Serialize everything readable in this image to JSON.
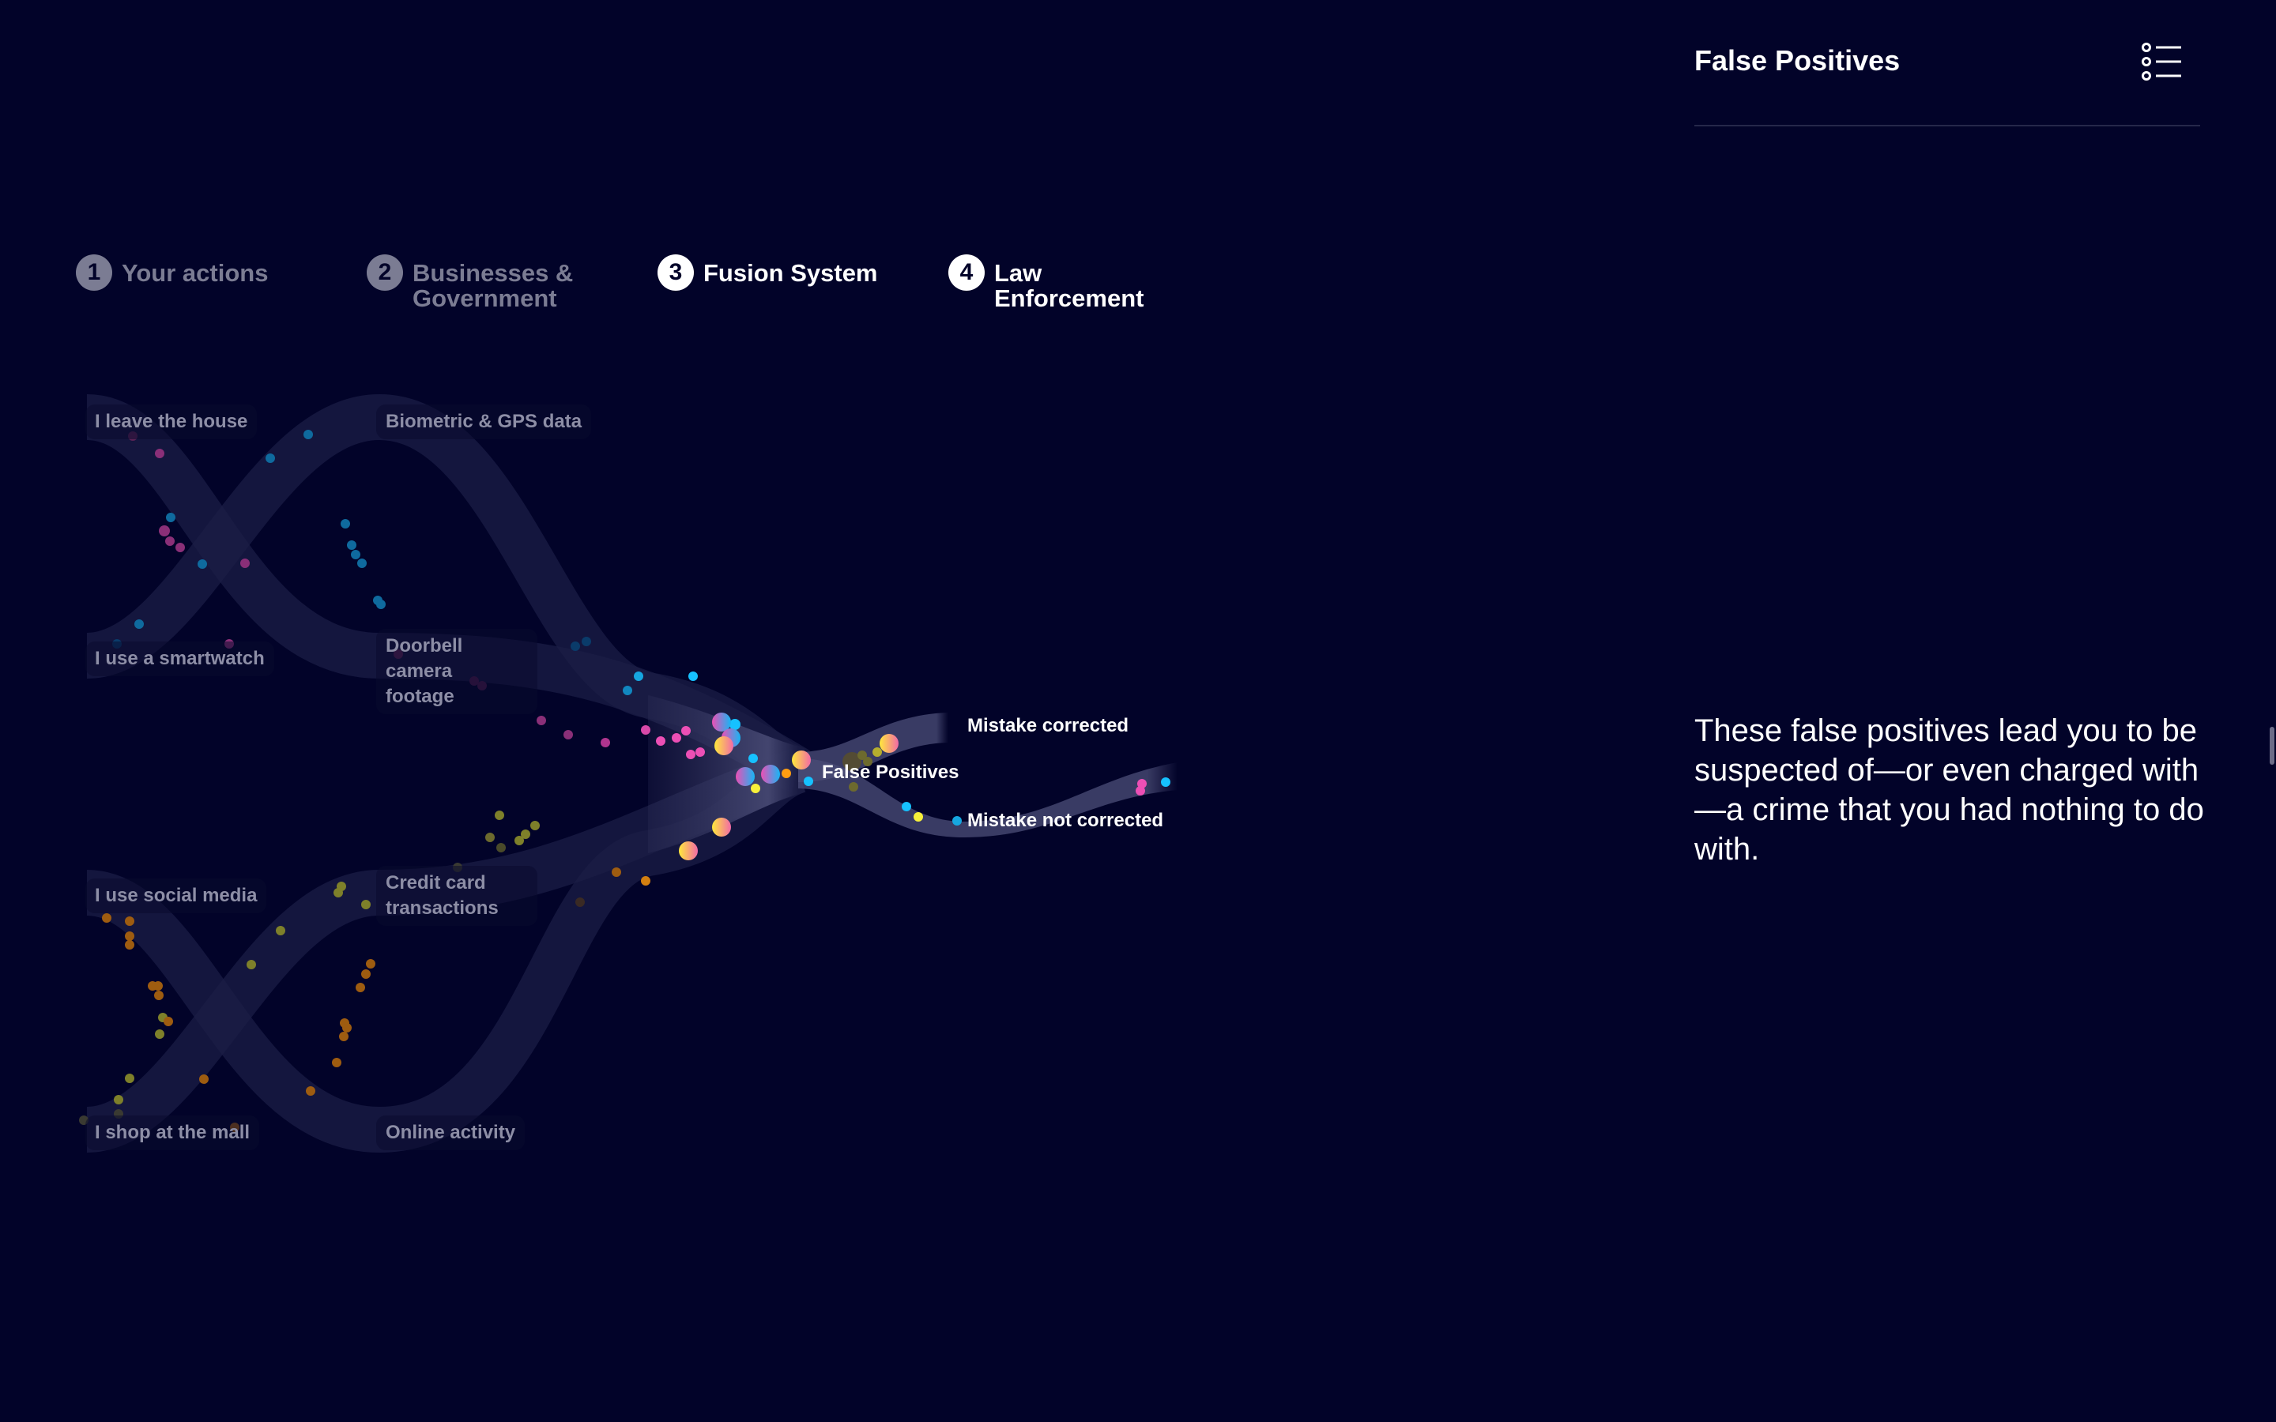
{
  "header": {
    "title": "False Positives",
    "menu_icon": "list-menu-icon"
  },
  "steps": [
    {
      "num": "1",
      "label": "Your actions",
      "active": false
    },
    {
      "num": "2",
      "label_line1": "Businesses &",
      "label_line2": "Government",
      "active": false
    },
    {
      "num": "3",
      "label": "Fusion System",
      "active": true
    },
    {
      "num": "4",
      "label_line1": "Law",
      "label_line2": "Enforcement",
      "active": true
    }
  ],
  "diagram": {
    "actions": [
      "I leave the house",
      "I use a smartwatch",
      "I use social media",
      "I shop at the mall"
    ],
    "sources": [
      {
        "line1": "Biometric & GPS data"
      },
      {
        "line1": "Doorbell camera",
        "line2": "footage"
      },
      {
        "line1": "Credit card",
        "line2": "transactions"
      },
      {
        "line1": "Online activity"
      }
    ],
    "fusion_node": "False Positives",
    "outcomes": [
      "Mistake corrected",
      "Mistake not corrected"
    ],
    "colors": {
      "background": "#020329",
      "ribbon": "#1b1d45",
      "blue": "#16c1ff",
      "pink": "#ec4fb5",
      "yellow": "#f7f03a",
      "orange": "#ff9d12",
      "olive": "#9ea43a"
    }
  },
  "narrative": {
    "text": "These false positives lead you to be suspected of—or even charged with—a crime that you had nothing to do with."
  }
}
